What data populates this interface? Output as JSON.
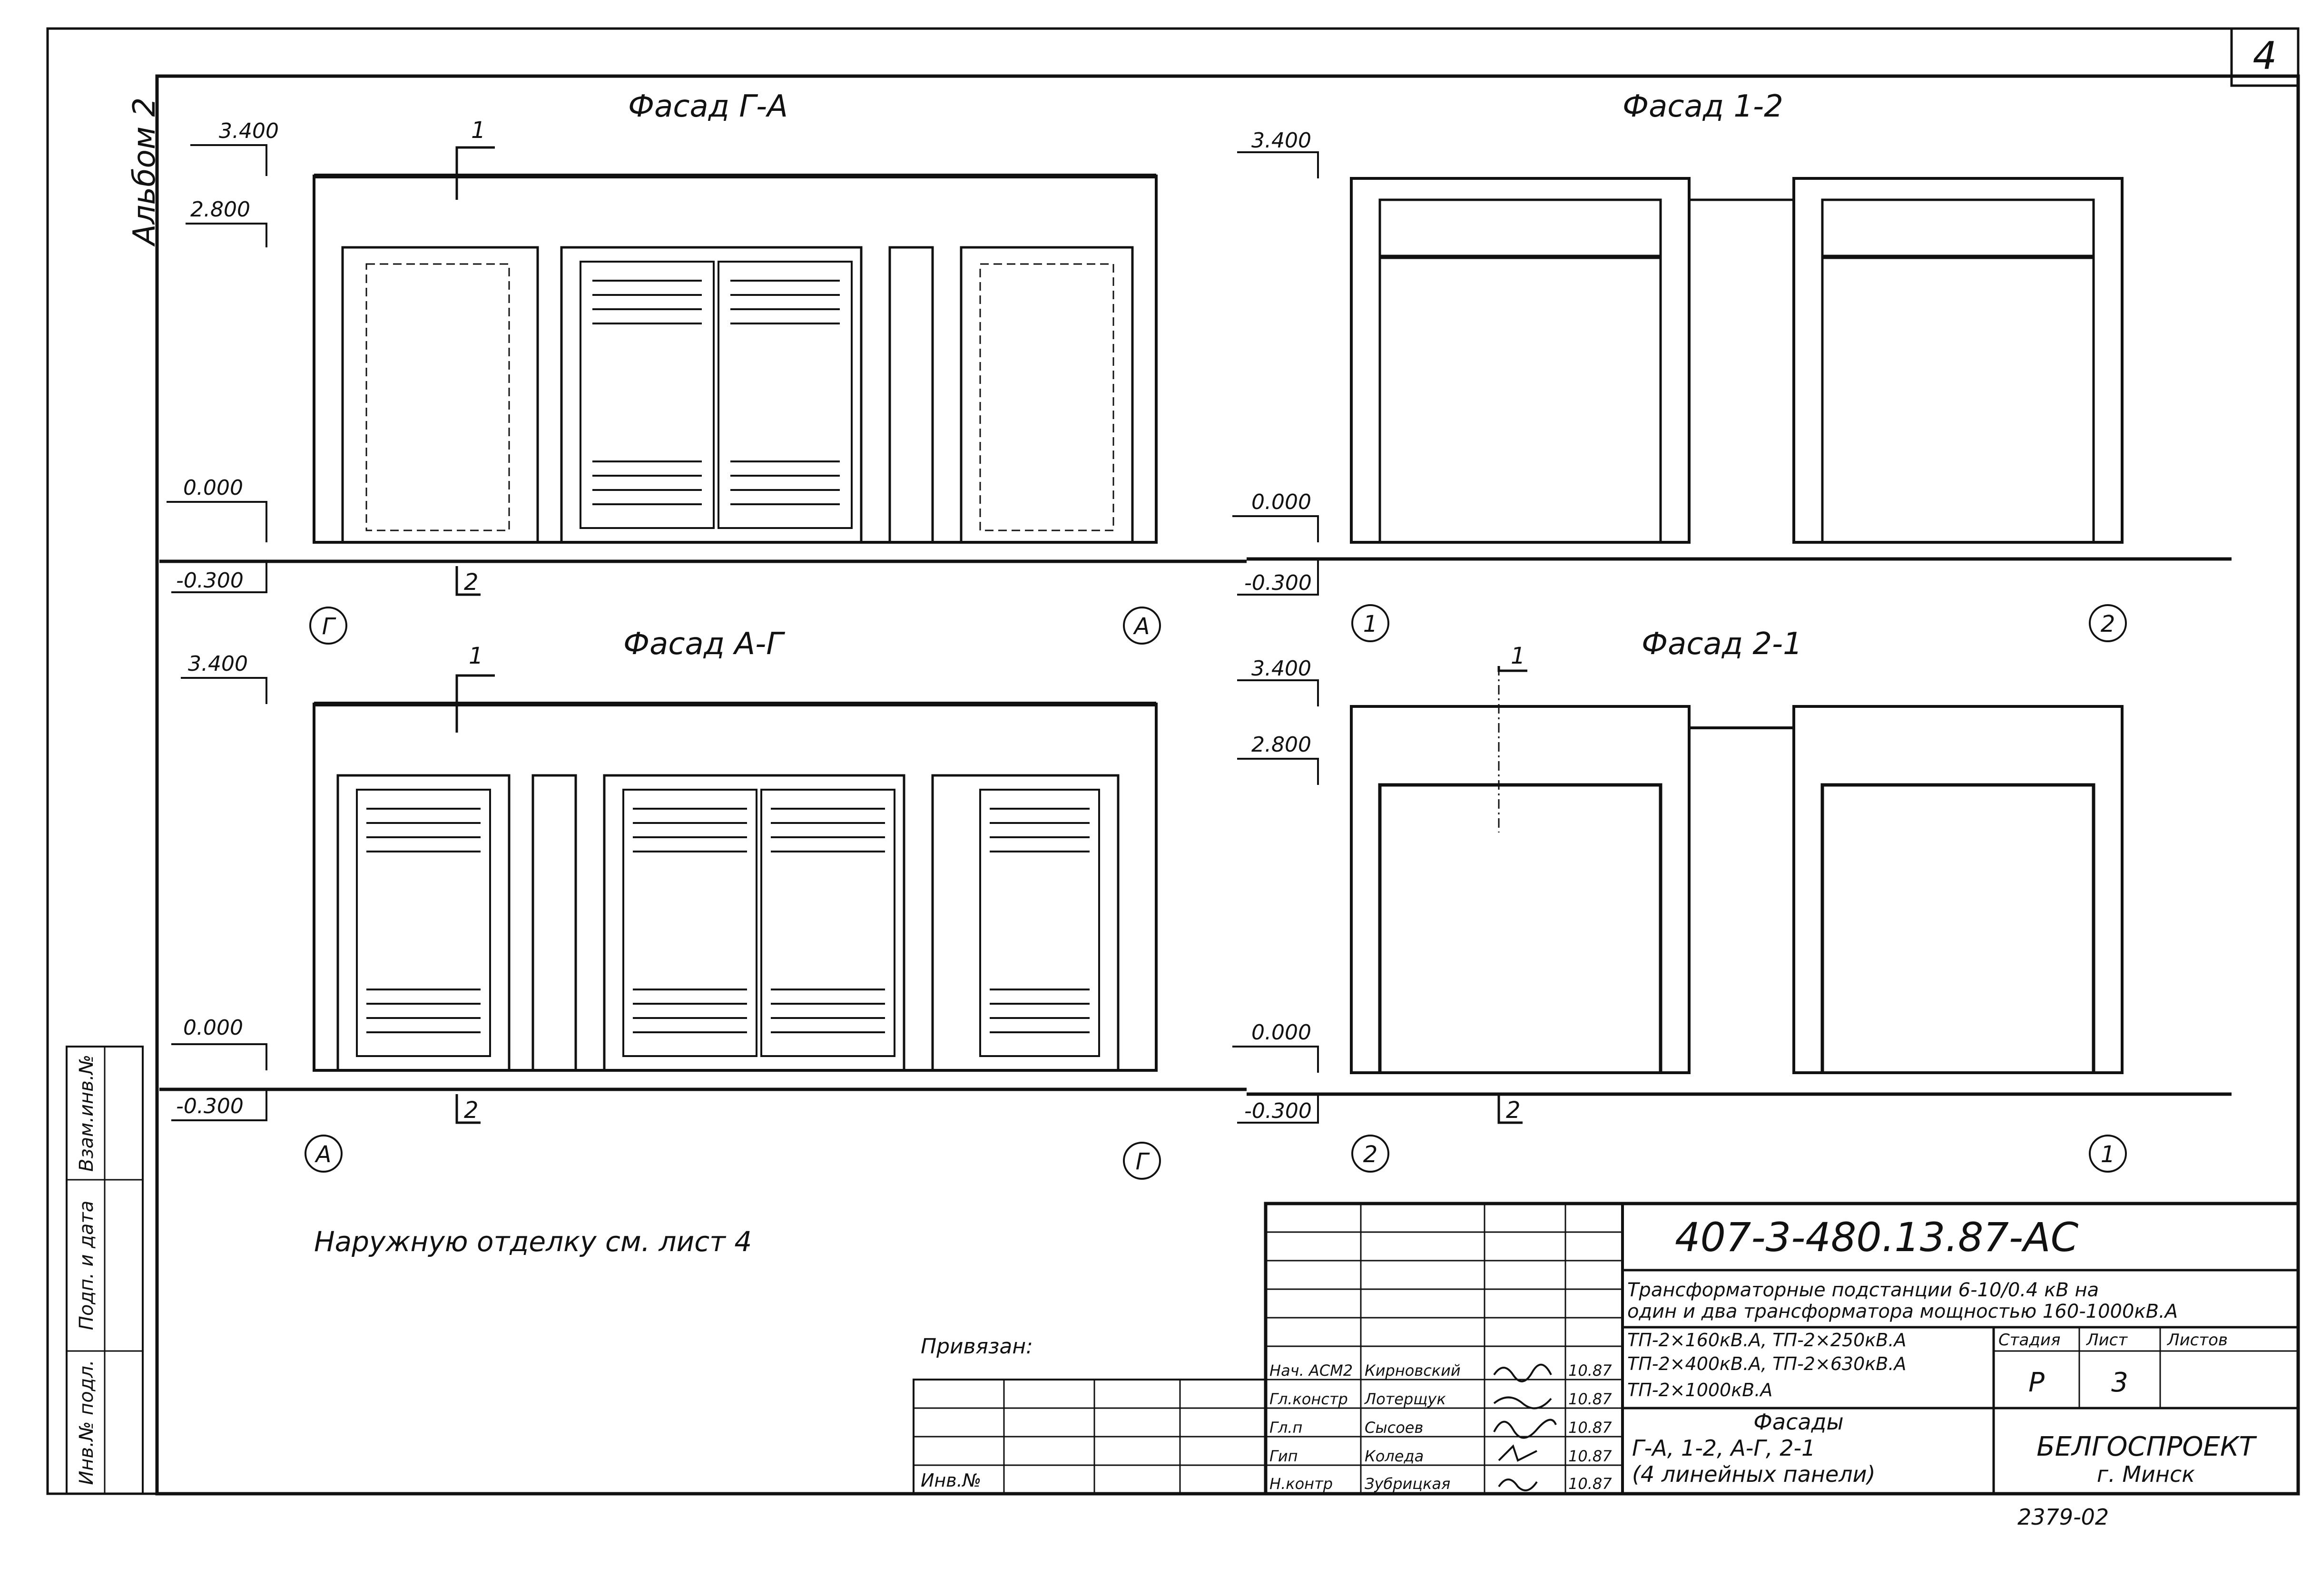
{
  "sheet": {
    "corner_number": "4",
    "album_label": "Альбом 2",
    "note": "Наружную отделку см. лист 4",
    "archive_number": "2379-02"
  },
  "facades": [
    {
      "title": "Фасад Г-А",
      "levels": [
        "3.400",
        "2.800",
        "0.000",
        "-0.300"
      ],
      "section_marks": [
        "1",
        "2"
      ],
      "axis_left": "Г",
      "axis_right": "А"
    },
    {
      "title": "Фасад 1-2",
      "levels": [
        "3.400",
        "0.000",
        "-0.300"
      ],
      "axis_left": "1",
      "axis_right": "2"
    },
    {
      "title": "Фасад А-Г",
      "levels": [
        "3.400",
        "0.000",
        "-0.300"
      ],
      "section_marks": [
        "1",
        "2"
      ],
      "axis_left": "А",
      "axis_right": "Г"
    },
    {
      "title": "Фасад 2-1",
      "levels": [
        "3.400",
        "2.800",
        "0.000",
        "-0.300"
      ],
      "section_marks": [
        "1",
        "2"
      ],
      "axis_left": "2",
      "axis_right": "1"
    }
  ],
  "left_strip": [
    "Взам.инв.№",
    "Подп. и дата",
    "Инв.№ подл."
  ],
  "title_block": {
    "doc_code": "407-3-480.13.87-АС",
    "project_title_line1": "Трансформаторные подстанции 6-10/0.4 кВ на",
    "project_title_line2": "один и два трансформатора мощностью 160-1000кВ.А",
    "variants_line1": "ТП-2×160кВ.А, ТП-2×250кВ.А",
    "variants_line2": "ТП-2×400кВ.А, ТП-2×630кВ.А",
    "variants_line3": "ТП-2×1000кВ.А",
    "sheet_title_line1": "Фасады",
    "sheet_title_line2": "Г-А, 1-2, А-Г, 2-1",
    "sheet_title_line3": "(4 линейных панели)",
    "stage_header": "Стадия",
    "sheet_header": "Лист",
    "sheets_header": "Листов",
    "stage": "Р",
    "sheet_no": "3",
    "company": "БЕЛГОСПРОЕКТ",
    "city": "г. Минск",
    "bound_label": "Привязан:",
    "inv_label": "Инв.№",
    "signatures": [
      {
        "role": "Нач. АСМ2",
        "name": "Кирновский",
        "date": "10.87"
      },
      {
        "role": "Гл.констр",
        "name": "Лотерщук",
        "date": "10.87"
      },
      {
        "role": "Гл.п",
        "name": "Сысоев",
        "date": "10.87"
      },
      {
        "role": "Гип",
        "name": "Коледа",
        "date": "10.87"
      },
      {
        "role": "Н.контр",
        "name": "Зубрицкая",
        "date": "10.87"
      }
    ]
  }
}
